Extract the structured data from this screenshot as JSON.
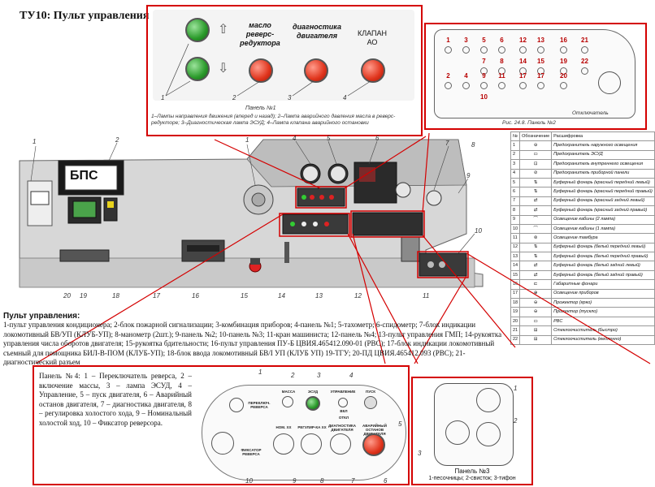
{
  "page_title": "ТУ10: Пульт управления",
  "panel1": {
    "label_1": "масло реверс-редуктора",
    "label_2": "диагностика двигателя",
    "label_3": "КЛАПАН АО",
    "callouts": [
      "1",
      "2",
      "3",
      "4"
    ],
    "caption_title": "Панель №1",
    "caption_text": "1–Лампы направления движения (вперед и назад); 2–Лампа аварийного давления масла в реверс-редукторе; 3–Диагностическая лампа ЭСУД; 4–Лампа клапана аварийного остановки",
    "arrow_up": "⇧",
    "arrow_down": "⇩"
  },
  "panel2": {
    "top_row": [
      "1",
      "3",
      "5",
      "6",
      "12",
      "13",
      "16",
      "21"
    ],
    "mid_row": [
      "7",
      "8",
      "14",
      "15",
      "19",
      "22"
    ],
    "low_row": [
      "2",
      "4",
      "9",
      "11",
      "17",
      "17",
      "20"
    ],
    "extra": "10",
    "caption": "Рис. 24.8. Панель №2",
    "knob_label": "Отключатель"
  },
  "legend_table": {
    "headers": [
      "№",
      "Обозначение",
      "Расшифровка"
    ],
    "rows": [
      [
        "1",
        "⊖",
        "Предохранитель наружного освещения"
      ],
      [
        "2",
        "▭",
        "Предохранитель ЭСУД"
      ],
      [
        "3",
        "⊡",
        "Предохранитель внутреннего освещения"
      ],
      [
        "4",
        "⊘",
        "Предохранитель приборной панели"
      ],
      [
        "5",
        "⇅",
        "Буферный фонарь (красный передний левый)"
      ],
      [
        "6",
        "⇅",
        "Буферный фонарь (красный передний правый)"
      ],
      [
        "7",
        "⇄",
        "Буферный фонарь (красный задний левый)"
      ],
      [
        "8",
        "⇄",
        "Буферный фонарь (красный задний правый)"
      ],
      [
        "9",
        "⌒",
        "Освещение кабины (2 лампа)"
      ],
      [
        "10",
        "⌒",
        "Освещение кабины (1 лампа)"
      ],
      [
        "11",
        "⊚",
        "Освещение тамбура"
      ],
      [
        "12",
        "⇅",
        "Буферный фонарь (белый передний левый)"
      ],
      [
        "13",
        "⇅",
        "Буферный фонарь (белый передний правый)"
      ],
      [
        "14",
        "⇄",
        "Буферный фонарь (белый задний левый)"
      ],
      [
        "15",
        "⇄",
        "Буферный фонарь (белый задний правый)"
      ],
      [
        "16",
        "⊏",
        "Габаритные фонари"
      ],
      [
        "17",
        "⊕",
        "Освещение приборов"
      ],
      [
        "18",
        "⊖",
        "Прожектор (ярко)"
      ],
      [
        "19",
        "⊖",
        "Прожектор (тускло)"
      ],
      [
        "20",
        "▭",
        "РВС"
      ],
      [
        "21",
        "⊟",
        "Стеклоочиститель (быстро)"
      ],
      [
        "22",
        "⊟",
        "Стеклоочиститель (медленно)"
      ]
    ]
  },
  "console": {
    "bps": "БПС",
    "callouts_top": [
      "1",
      "2",
      "1",
      "4",
      "5",
      "6",
      "7",
      "8",
      "9",
      "10"
    ],
    "callouts_bottom": [
      "20",
      "19",
      "18",
      "17",
      "16",
      "15",
      "14",
      "13",
      "12",
      "11"
    ]
  },
  "description": {
    "heading": "Пульт управления:",
    "text": "1-пульт управления кондиционера; 2-блок пожарной сигнализации; 3-комбинация приборов; 4-панель №1; 5-тахометр; 6-спидометр; 7-блок индикации локомотивный БВ/УП (КЛУБ-УП); 8-манометр (2шт.); 9-панель №2; 10-панель №3; 11-кран машиниста; 12-панель №4; 13-пульт управления ГМП; 14-рукоятка управления числа оборотов двигателя; 15-рукоятка бдительности; 16-пульт управления ПУ-Б ЦВИЯ.465412.090-01 (РВС); 17-блок индикации локомотивный съемный для помощника БИЛ-В-ПОМ (КЛУБ-УП); 18-блок ввода локомотивный БВ/I УП (КЛУБ УП) 19-ТГУ; 20-ПД ЦВИЯ.465412.093 (РВС); 21-диагностический разъем"
  },
  "panel4": {
    "text": "Панель №4: 1 – Переключатель реверса, 2 – включение массы, 3 – лампа ЭСУД, 4 – Управление, 5 – пуск двигателя, 6 – Аварийный останов двигателя, 7 – диагностика двигателя, 8 – регулировка холостого хода, 9 – Номинальный холостой ход, 10 – Фиксатор реверсора.",
    "labels": {
      "reverse_switch": "ПЕРЕКЛЮЧ. РЕВЕРСА",
      "mass": "МАССА",
      "esud": "ЭСУД",
      "control": "УПРАВЛЕНИЕ",
      "start": "ПУСК",
      "fix": "ФИКСАТОР РЕВЕРСА",
      "nom_xx": "НОМ. ХХ",
      "regul": "РЕГУЛИР-КА ХХ",
      "diag": "ДИАГНОСТИКА ДВИГАТЕЛЯ",
      "emergency": "АВАРИЙНЫЙ ОСТАНОВ ДВИГАТЕЛЯ",
      "vkl": "ВКЛ",
      "otkl": "ОТКЛ"
    },
    "callouts": [
      "1",
      "2",
      "3",
      "4",
      "5",
      "6",
      "7",
      "8",
      "9",
      "10"
    ]
  },
  "panel3": {
    "callouts": [
      "1",
      "2",
      "3"
    ],
    "caption_title": "Панель №3",
    "caption_text": "1-песочницы; 2-свисток; 3-тифон"
  },
  "colors": {
    "frame_red": "#d40000",
    "lamp_green": "#2a9a2a",
    "lamp_red": "#e0341c"
  }
}
